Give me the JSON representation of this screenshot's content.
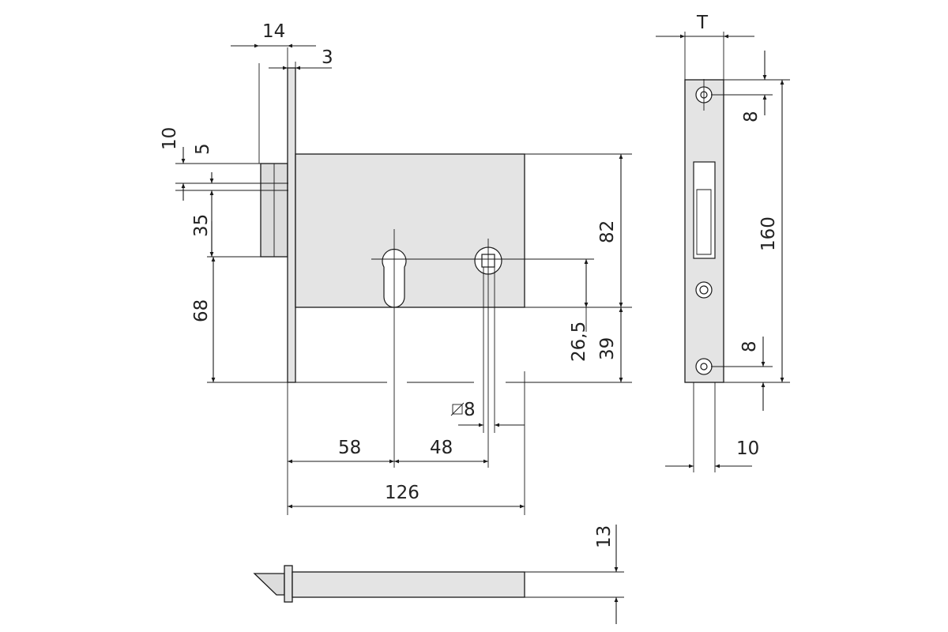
{
  "dimensions": {
    "d14": "14",
    "d3": "3",
    "d10": "10",
    "d5": "5",
    "d35": "35",
    "d68": "68",
    "d82": "82",
    "d26_5": "26,5",
    "d39": "39",
    "d8_square": "8",
    "d58": "58",
    "d48": "48",
    "d126": "126",
    "dT": "T",
    "d8_top": "8",
    "d160": "160",
    "d8_bottom": "8",
    "d10_side": "10",
    "d13": "13"
  },
  "icons": {
    "square_symbol": "square-drive-icon"
  }
}
